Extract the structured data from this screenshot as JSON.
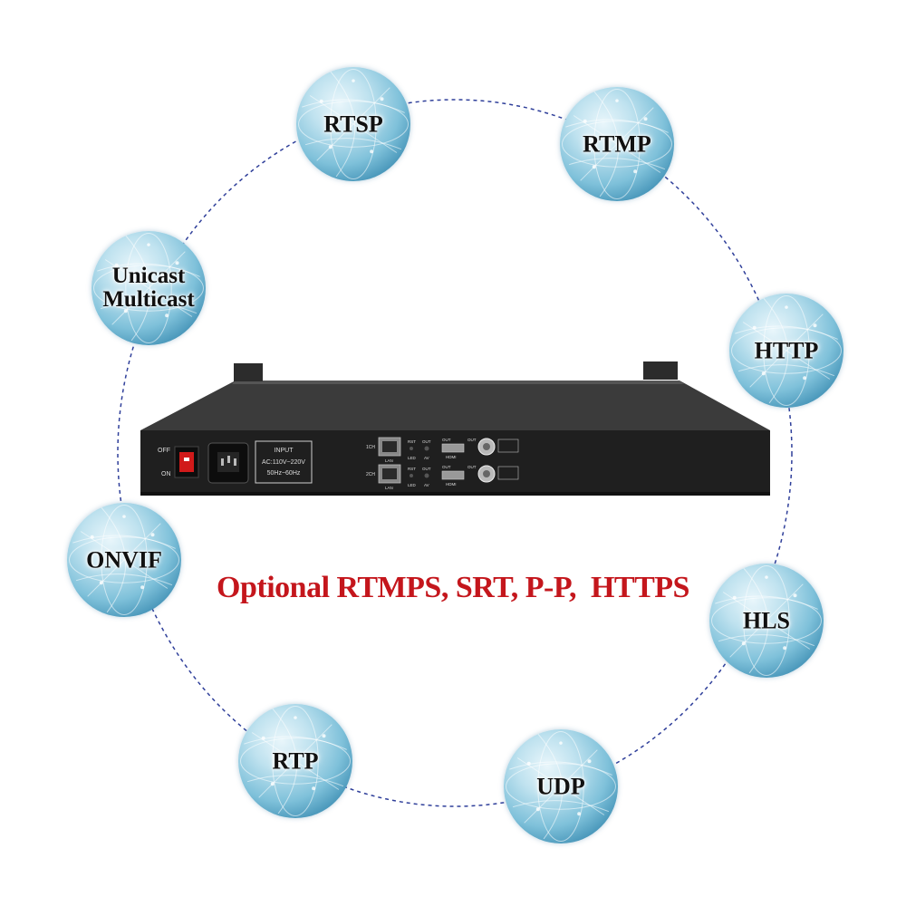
{
  "protocols": [
    {
      "id": "rtsp",
      "label": "RTSP"
    },
    {
      "id": "rtmp",
      "label": "RTMP"
    },
    {
      "id": "unicast",
      "label_line1": "Unicast",
      "label_line2": "Multicast"
    },
    {
      "id": "http",
      "label": "HTTP"
    },
    {
      "id": "onvif",
      "label": "ONVIF"
    },
    {
      "id": "hls",
      "label": "HLS"
    },
    {
      "id": "rtp",
      "label": "RTP"
    },
    {
      "id": "udp",
      "label": "UDP"
    }
  ],
  "tagline": {
    "part1": "Optional RTMPS, SRT, P-P,",
    "part2": "HTTPS",
    "color": "#c4161c"
  },
  "device": {
    "switch_off": "OFF",
    "switch_on": "ON",
    "input_title": "INPUT",
    "input_voltage": "AC:110V~220V",
    "input_freq": "50Hz~60Hz",
    "ch1": "1CH",
    "ch2": "2CH",
    "lan": "LAN",
    "rst": "RST",
    "led": "LED",
    "out": "OUT",
    "av": "AV",
    "hdmi": "HDMI"
  },
  "colors": {
    "ring_dash": "#2f3f9a",
    "globe_base": "#7fc1da",
    "chassis": "#222222"
  }
}
